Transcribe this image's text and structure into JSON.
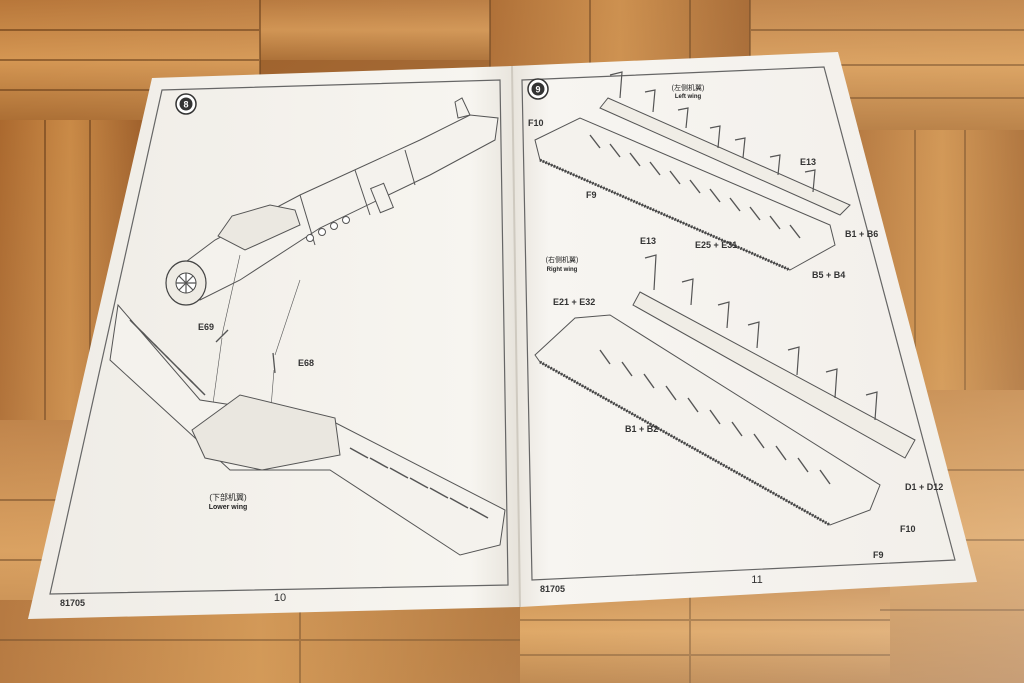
{
  "left_page": {
    "page_number": "10",
    "kit_code": "81705",
    "step_number": "8",
    "part_labels": [
      "E69",
      "E68"
    ],
    "wing_label_cn": "(下部机翼)",
    "wing_label_en": "Lower wing"
  },
  "right_page": {
    "page_number": "11",
    "kit_code": "81705",
    "step_number": "9",
    "upper_label_cn": "(左侧机翼)",
    "upper_label_en": "Left wing",
    "lower_label_cn": "(右侧机翼)",
    "lower_label_en": "Right wing",
    "part_labels": [
      "F10",
      "F9",
      "E13",
      "E25 + E31",
      "B1 + B6",
      "B5 + B4",
      "E13",
      "E21 + E32",
      "B1 + B2",
      "D1 + D12",
      "F10",
      "F9"
    ]
  },
  "colors": {
    "paper": "#f6f4ef",
    "wood_light": "#c98a43",
    "wood_dark": "#8a4f1c",
    "line": "#555555"
  }
}
